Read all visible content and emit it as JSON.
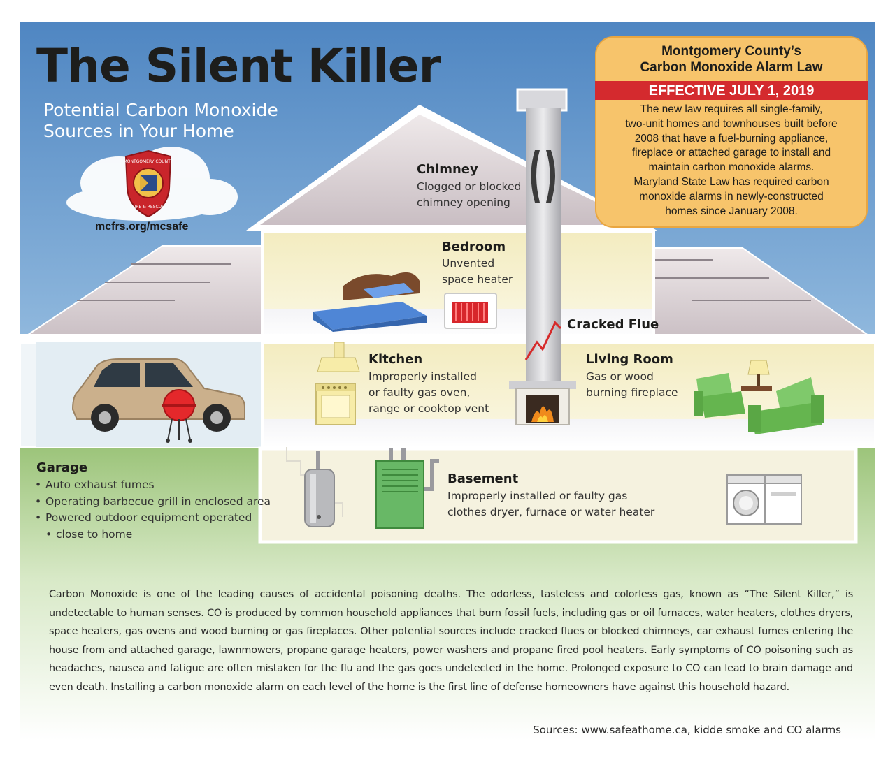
{
  "title": "The Silent Killer",
  "subtitle": [
    "Potential Carbon Monoxide",
    "Sources in Your Home"
  ],
  "website": "mcfrs.org/mcsafe",
  "law": {
    "title": [
      "Montgomery County’s",
      "Carbon Monoxide Alarm Law"
    ],
    "effective": "EFFECTIVE JULY 1, 2019",
    "body": [
      "The new law requires all single-family,",
      "two-unit homes and townhouses built before",
      "2008 that have a fuel-burning appliance,",
      "fireplace or attached garage to install and",
      "maintain carbon monoxide alarms.",
      "Maryland State Law has required carbon",
      "monoxide alarms in newly-constructed",
      "homes since January 2008."
    ]
  },
  "sources": {
    "chimney": {
      "label": "Chimney",
      "desc": [
        "Clogged or blocked",
        "chimney opening"
      ]
    },
    "bedroom": {
      "label": "Bedroom",
      "desc": [
        "Unvented",
        "space heater"
      ]
    },
    "flue": {
      "label": "Cracked Flue"
    },
    "kitchen": {
      "label": "Kitchen",
      "desc": [
        "Improperly installed",
        "or faulty gas oven,",
        "range or cooktop vent"
      ]
    },
    "living_room": {
      "label": "Living Room",
      "desc": [
        "Gas or wood",
        "burning fireplace"
      ]
    },
    "garage": {
      "label": "Garage",
      "items": [
        "Auto exhaust fumes",
        "Operating barbecue grill in enclosed area",
        "Powered outdoor equipment operated",
        "close to home"
      ]
    },
    "basement": {
      "label": "Basement",
      "desc": [
        "Improperly installed or faulty gas",
        "clothes dryer, furnace or water heater"
      ]
    }
  },
  "paragraph": "Carbon Monoxide is one of the leading causes of accidental poisoning deaths. The odorless, tasteless and colorless gas, known as “The Silent Killer,” is undetectable to human senses. CO is produced by common household appliances that burn fossil fuels, including gas or oil furnaces, water heaters, clothes dryers, space heaters, gas ovens and wood burning or gas fireplaces. Other potential sources include cracked flues or blocked chimneys, car exhaust fumes entering the house from and attached garage, lawnmowers, propane garage heaters, power washers and propane fired pool heaters. Early symptoms of CO poisoning such as headaches, nausea and fatigue are often mistaken for the flu and the gas goes undetected in the home. Prolonged exposure to CO can lead to brain damage and even death. Installing a carbon monoxide alarm on each level of the home is the first line of defense homeowners have against this household hazard.",
  "credit": "Sources: www.safeathome.ca, kidde smoke and CO alarms",
  "colors": {
    "sky": "#5b92c9",
    "law_box": "#f7c46b",
    "law_band": "#d42a2e",
    "house_wall": "#f6f0c8",
    "grass": "#9fc77a"
  },
  "icons": [
    "fire-rescue-seal-icon",
    "car-icon",
    "grill-icon",
    "bed-icon",
    "space-heater-icon",
    "range-hood-icon",
    "stove-icon",
    "fireplace-icon",
    "armchair-icon",
    "sofa-icon",
    "lamp-icon",
    "water-heater-icon",
    "furnace-icon",
    "washer-icon",
    "dryer-icon",
    "cloud-icon"
  ]
}
